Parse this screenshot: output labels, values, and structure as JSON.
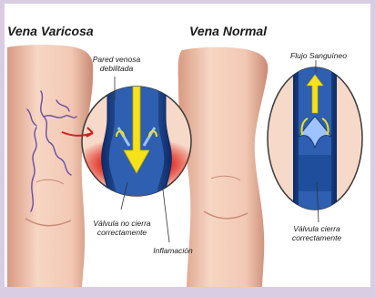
{
  "titles": {
    "left": "Vena Varicosa",
    "right": "Vena Normal"
  },
  "labels": {
    "pared_line1": "Pared venosa",
    "pared_line2": "debilitada",
    "valvula_no_line1": "Válvula no cierra",
    "valvula_no_line2": "correctamente",
    "inflamacion": "Inflamación",
    "flujo": "Flujo Sanguíneo",
    "valvula_si_line1": "Válvula cierra",
    "valvula_si_line2": "correctamente"
  },
  "colors": {
    "frame": "#d9cde3",
    "background": "#ffffff",
    "skin": "#f2c8b4",
    "skin_shadow": "#d99a82",
    "vein_blue": "#1f4f9c",
    "vein_dark": "#0e2a66",
    "inflammation": "#e0261b",
    "arrow_yellow": "#f5e21a",
    "varicose_purple": "#6a4ea3",
    "callout_red": "#d21f1f"
  }
}
